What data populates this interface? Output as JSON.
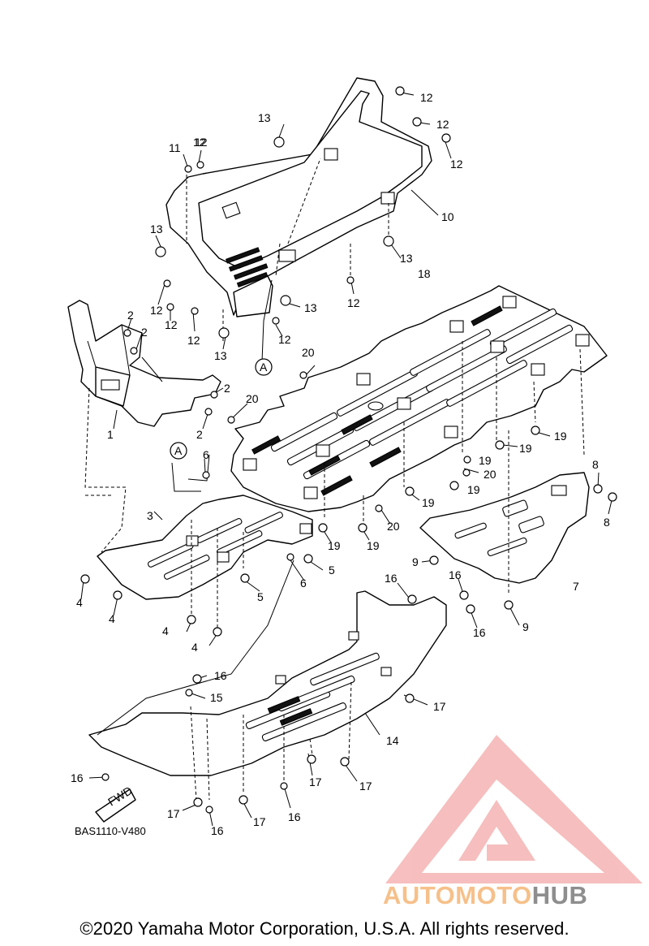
{
  "diagram": {
    "code": "BAS1110-V480",
    "copyright": "©2020 Yamaha Motor Corporation, U.S.A. All rights reserved.",
    "fwd_label": "FWD",
    "ref_marks": [
      "A",
      "A"
    ],
    "callouts": [
      "12",
      "12",
      "12",
      "12",
      "13",
      "11",
      "12",
      "10",
      "13",
      "13",
      "12",
      "12",
      "13",
      "12",
      "12",
      "12",
      "13",
      "18",
      "2",
      "2",
      "2",
      "2",
      "20",
      "20",
      "1",
      "A",
      "6",
      "3",
      "4",
      "4",
      "4",
      "4",
      "5",
      "5",
      "6",
      "19",
      "19",
      "19",
      "19",
      "19",
      "19",
      "20",
      "19",
      "20",
      "8",
      "8",
      "7",
      "9",
      "9",
      "16",
      "16",
      "16",
      "16",
      "15",
      "17",
      "14",
      "16",
      "17",
      "17",
      "17",
      "16",
      "17",
      "16"
    ],
    "watermark": {
      "part1": "AUTO",
      "part2": "MOTO",
      "part3": "HUB",
      "logo_color": "#f08a8a",
      "text_color": "#f6c08a",
      "hub_color": "#8e8e8e"
    }
  }
}
